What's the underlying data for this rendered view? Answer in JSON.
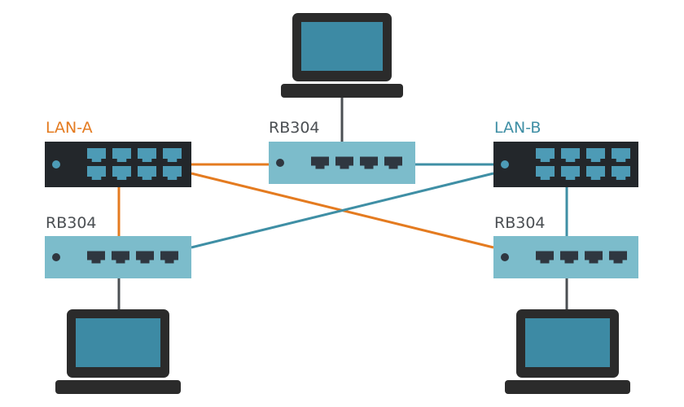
{
  "colors": {
    "lan_a": "#e47b20",
    "lan_b": "#3f8fa5",
    "switch_body": "#23272b",
    "switch_port": "#4d9bb6",
    "device_body": "#7cbccb",
    "device_port": "#2f3740",
    "laptop_frame": "#2b2b2b",
    "laptop_screen": "#3d8aa4",
    "wire_gray": "#4b4f53",
    "label_gray": "#4b4f53"
  },
  "switches": [
    {
      "id": "switch-lan-a",
      "label": "LAN-A",
      "label_color": "#e47b20"
    },
    {
      "id": "switch-lan-b",
      "label": "LAN-B",
      "label_color": "#3f8fa5"
    }
  ],
  "devices": [
    {
      "id": "device-top",
      "label": "RB304"
    },
    {
      "id": "device-left",
      "label": "RB304"
    },
    {
      "id": "device-right",
      "label": "RB304"
    }
  ],
  "laptops": [
    {
      "id": "laptop-top",
      "icon": "laptop-icon"
    },
    {
      "id": "laptop-left",
      "icon": "laptop-icon"
    },
    {
      "id": "laptop-right",
      "icon": "laptop-icon"
    }
  ],
  "links": [
    {
      "from": "switch-lan-a",
      "to": "device-top",
      "network": "LAN-A"
    },
    {
      "from": "switch-lan-a",
      "to": "device-left",
      "network": "LAN-A"
    },
    {
      "from": "switch-lan-a",
      "to": "device-right",
      "network": "LAN-A"
    },
    {
      "from": "switch-lan-b",
      "to": "device-top",
      "network": "LAN-B"
    },
    {
      "from": "switch-lan-b",
      "to": "device-left",
      "network": "LAN-B"
    },
    {
      "from": "switch-lan-b",
      "to": "device-right",
      "network": "LAN-B"
    },
    {
      "from": "device-top",
      "to": "laptop-top",
      "network": "local"
    },
    {
      "from": "device-left",
      "to": "laptop-left",
      "network": "local"
    },
    {
      "from": "device-right",
      "to": "laptop-right",
      "network": "local"
    }
  ]
}
